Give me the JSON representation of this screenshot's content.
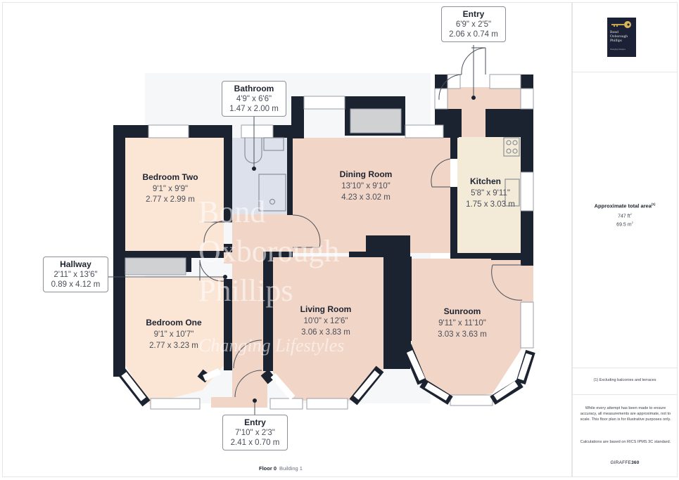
{
  "floor": {
    "name": "Floor 0",
    "building": "Building 1"
  },
  "rooms": [
    {
      "id": "bedroom-two",
      "name": "Bedroom Two",
      "imperial": "9'1\" x 9'9\"",
      "metric": "2.77 x 2.99 m",
      "color": "#fbe6d6"
    },
    {
      "id": "bathroom",
      "name": "Bathroom",
      "imperial": "4'9\" x 6'6\"",
      "metric": "1.47 x 2.00 m",
      "color": "#dde1ec"
    },
    {
      "id": "dining-room",
      "name": "Dining Room",
      "imperial": "13'10\" x 9'10\"",
      "metric": "4.23 x 3.02 m",
      "color": "#f1d5c6"
    },
    {
      "id": "kitchen",
      "name": "Kitchen",
      "imperial": "5'8\" x 9'11\"",
      "metric": "1.75 x 3.03 m",
      "color": "#f3ead8"
    },
    {
      "id": "entry-rear",
      "name": "Entry",
      "imperial": "6'9\" x 2'5\"",
      "metric": "2.06 x 0.74 m",
      "color": "#f1d5c6"
    },
    {
      "id": "hallway",
      "name": "Hallway",
      "imperial": "2'11\" x 13'6\"",
      "metric": "0.89 x 4.12 m",
      "color": "#f1d5c6"
    },
    {
      "id": "bedroom-one",
      "name": "Bedroom One",
      "imperial": "9'1\" x 10'7\"",
      "metric": "2.77 x 3.23 m",
      "color": "#fbe6d6"
    },
    {
      "id": "living-room",
      "name": "Living Room",
      "imperial": "10'0\" x 12'6\"",
      "metric": "3.06 x 3.83 m",
      "color": "#f1d5c6"
    },
    {
      "id": "sunroom",
      "name": "Sunroom",
      "imperial": "9'11\" x 11'10\"",
      "metric": "3.03 x 3.63 m",
      "color": "#f1d5c6"
    },
    {
      "id": "entry-front",
      "name": "Entry",
      "imperial": "7'10\" x 2'3\"",
      "metric": "2.41 x 0.70 m",
      "color": "#f1d5c6"
    }
  ],
  "watermark": {
    "line1": "Bond",
    "line2": "Oxborough",
    "line3": "Phillips",
    "tagline": "Changing Lifestyles"
  },
  "sidebar": {
    "logo": {
      "line1": "Bond",
      "line2": "Oxborough",
      "line3": "Phillips",
      "tagline": "Changing Lifestyles"
    },
    "area_title": "Approximate total area",
    "area_note_marker": "(1)",
    "area_sqft": "747 ft",
    "area_sqm": "69.5 m",
    "footnote": "(1) Excluding balconies and terraces",
    "disclaimer": "While every attempt has been made to ensure accuracy, all measurements are approximate, not to scale. This floor plan is for illustrative purposes only.",
    "calculation_note": "Calculations are based on RICS IPMS 3C standard.",
    "brand_prefix": "GIRAFFE",
    "brand_suffix": "360"
  },
  "colors": {
    "wall": "#1b2230",
    "window": "#ffffff",
    "label_border": "#8a8f98"
  }
}
